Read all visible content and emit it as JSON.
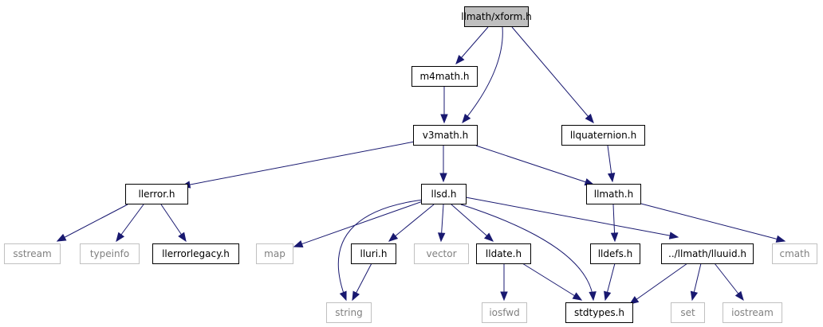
{
  "diagram": {
    "type": "include-dependency-graph",
    "colors": {
      "edge": "#191970",
      "root_fill": "#bfbfbf",
      "node_border": "#000000",
      "external_border": "#c0c0c0",
      "external_text": "#808080",
      "text": "#000000"
    },
    "nodes": [
      {
        "id": "xform",
        "label": "llmath/xform.h",
        "kind": "root"
      },
      {
        "id": "m4math",
        "label": "m4math.h",
        "kind": "file"
      },
      {
        "id": "v3math",
        "label": "v3math.h",
        "kind": "file"
      },
      {
        "id": "llquaternion",
        "label": "llquaternion.h",
        "kind": "file"
      },
      {
        "id": "llerror",
        "label": "llerror.h",
        "kind": "file"
      },
      {
        "id": "llsd",
        "label": "llsd.h",
        "kind": "file"
      },
      {
        "id": "llmath",
        "label": "llmath.h",
        "kind": "file"
      },
      {
        "id": "sstream",
        "label": "sstream",
        "kind": "external"
      },
      {
        "id": "typeinfo",
        "label": "typeinfo",
        "kind": "external"
      },
      {
        "id": "llerrorlegacy",
        "label": "llerrorlegacy.h",
        "kind": "file"
      },
      {
        "id": "map",
        "label": "map",
        "kind": "external"
      },
      {
        "id": "lluri",
        "label": "lluri.h",
        "kind": "file"
      },
      {
        "id": "vector",
        "label": "vector",
        "kind": "external"
      },
      {
        "id": "lldate",
        "label": "lldate.h",
        "kind": "file"
      },
      {
        "id": "lldefs",
        "label": "lldefs.h",
        "kind": "file"
      },
      {
        "id": "lluuid",
        "label": "../llmath/lluuid.h",
        "kind": "file"
      },
      {
        "id": "cmath",
        "label": "cmath",
        "kind": "external"
      },
      {
        "id": "string",
        "label": "string",
        "kind": "external"
      },
      {
        "id": "iosfwd",
        "label": "iosfwd",
        "kind": "external"
      },
      {
        "id": "stdtypes",
        "label": "stdtypes.h",
        "kind": "file"
      },
      {
        "id": "set",
        "label": "set",
        "kind": "external"
      },
      {
        "id": "iostream",
        "label": "iostream",
        "kind": "external"
      }
    ],
    "edges": [
      {
        "from": "xform",
        "to": "m4math"
      },
      {
        "from": "xform",
        "to": "v3math"
      },
      {
        "from": "xform",
        "to": "llquaternion"
      },
      {
        "from": "m4math",
        "to": "v3math"
      },
      {
        "from": "v3math",
        "to": "llerror"
      },
      {
        "from": "v3math",
        "to": "llsd"
      },
      {
        "from": "v3math",
        "to": "llmath"
      },
      {
        "from": "llquaternion",
        "to": "llmath"
      },
      {
        "from": "llerror",
        "to": "sstream"
      },
      {
        "from": "llerror",
        "to": "typeinfo"
      },
      {
        "from": "llerror",
        "to": "llerrorlegacy"
      },
      {
        "from": "llsd",
        "to": "map"
      },
      {
        "from": "llsd",
        "to": "string"
      },
      {
        "from": "llsd",
        "to": "lluri"
      },
      {
        "from": "llsd",
        "to": "vector"
      },
      {
        "from": "llsd",
        "to": "lldate"
      },
      {
        "from": "llsd",
        "to": "stdtypes"
      },
      {
        "from": "llsd",
        "to": "lluuid"
      },
      {
        "from": "llmath",
        "to": "lldefs"
      },
      {
        "from": "llmath",
        "to": "cmath"
      },
      {
        "from": "lluri",
        "to": "string"
      },
      {
        "from": "lldate",
        "to": "iosfwd"
      },
      {
        "from": "lldate",
        "to": "stdtypes"
      },
      {
        "from": "lldefs",
        "to": "stdtypes"
      },
      {
        "from": "lluuid",
        "to": "stdtypes"
      },
      {
        "from": "lluuid",
        "to": "set"
      },
      {
        "from": "lluuid",
        "to": "iostream"
      }
    ]
  }
}
